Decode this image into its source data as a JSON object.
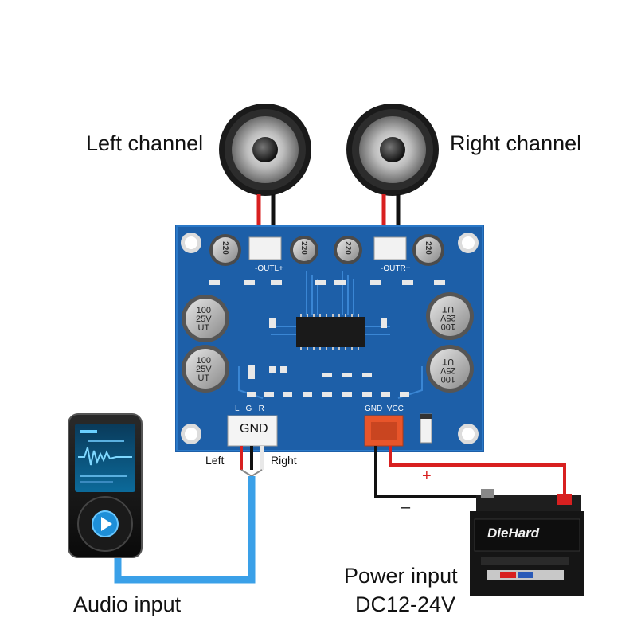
{
  "labels": {
    "left_channel": "Left channel",
    "right_channel": "Right channel",
    "audio_input": "Audio input",
    "power_input_line1": "Power input",
    "power_input_line2": "DC12-24V",
    "gnd_plug": "GND",
    "left_wire": "Left",
    "right_wire": "Right",
    "plus": "+",
    "minus": "–",
    "pcb_lgr": "L   G   R",
    "pcb_gnd_vcc": "GND  VCC",
    "pcb_out_left": "-OUTL+",
    "pcb_out_right": "-OUTR+",
    "battery_brand": "DieHard"
  },
  "capacitors": {
    "small_top": "220",
    "big_top": "100\n25V\nUT"
  },
  "colors": {
    "pcb_blue": "#1d5fa8",
    "wire_red": "#d82020",
    "wire_black": "#111111",
    "audio_cable_blue": "#3aa0e8",
    "power_connector": "#e8552a"
  }
}
